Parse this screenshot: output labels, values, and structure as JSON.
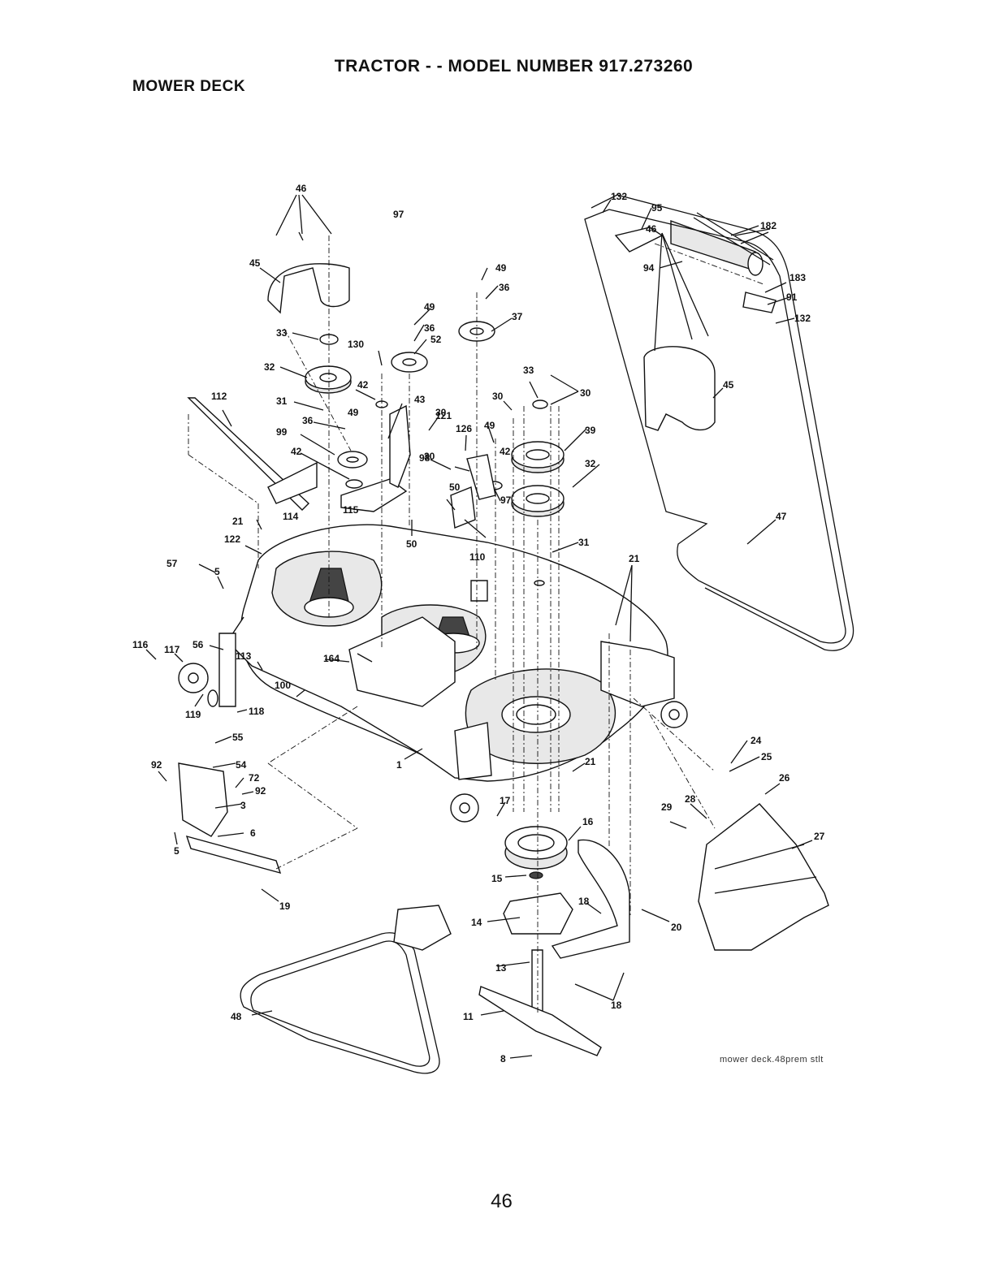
{
  "header": {
    "title": "TRACTOR - - MODEL NUMBER 917.273260",
    "section": "MOWER DECK"
  },
  "diagram": {
    "callouts": [
      "1",
      "3",
      "5",
      "5",
      "6",
      "8",
      "11",
      "13",
      "14",
      "15",
      "16",
      "17",
      "18",
      "18",
      "19",
      "20",
      "21",
      "21",
      "21",
      "24",
      "25",
      "26",
      "27",
      "28",
      "29",
      "30",
      "30",
      "30",
      "30",
      "31",
      "31",
      "32",
      "32",
      "33",
      "33",
      "36",
      "36",
      "36",
      "37",
      "39",
      "42",
      "42",
      "42",
      "43",
      "45",
      "45",
      "46",
      "46",
      "47",
      "48",
      "49",
      "49",
      "49",
      "49",
      "50",
      "50",
      "52",
      "54",
      "55",
      "56",
      "57",
      "72",
      "91",
      "92",
      "92",
      "94",
      "95",
      "97",
      "97",
      "98",
      "99",
      "100",
      "110",
      "112",
      "113",
      "114",
      "115",
      "116",
      "117",
      "118",
      "119",
      "121",
      "122",
      "126",
      "130",
      "132",
      "132",
      "164",
      "182",
      "183"
    ],
    "caption": "mower deck.48prem stlt"
  },
  "footer": {
    "page_number": "46"
  }
}
